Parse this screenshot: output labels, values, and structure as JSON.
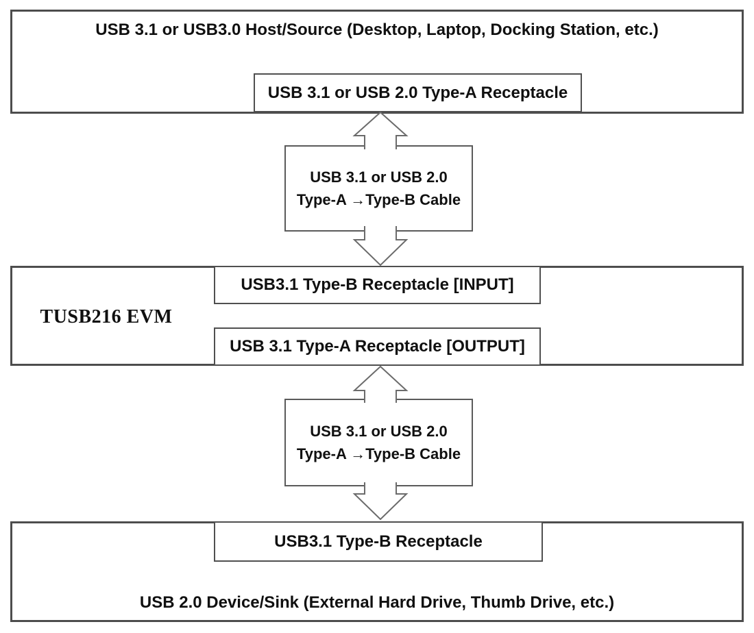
{
  "host": {
    "title": "USB 3.1 or USB3.0 Host/Source (Desktop, Laptop, Docking Station, etc.)",
    "receptacle_label": "USB 3.1 or USB 2.0 Type-A Receptacle"
  },
  "cable_top": {
    "line1": "USB 3.1 or USB 2.0",
    "line2": "Type-A →Type-B Cable"
  },
  "evm": {
    "label": "TUSB216 EVM",
    "input_label": "USB3.1 Type-B Receptacle [INPUT]",
    "output_label": "USB 3.1 Type-A Receptacle [OUTPUT]"
  },
  "cable_bottom": {
    "line1": "USB 3.1 or USB 2.0",
    "line2": "Type-A →Type-B Cable"
  },
  "device": {
    "receptacle_label": "USB3.1 Type-B Receptacle",
    "title": "USB 2.0 Device/Sink (External Hard Drive, Thumb Drive, etc.)"
  },
  "colors": {
    "box_border": "#4d4d4d",
    "inner_border": "#4f4f4f",
    "arrow_outline": "#6b6b6b",
    "text": "#101010",
    "background": "#ffffff"
  }
}
